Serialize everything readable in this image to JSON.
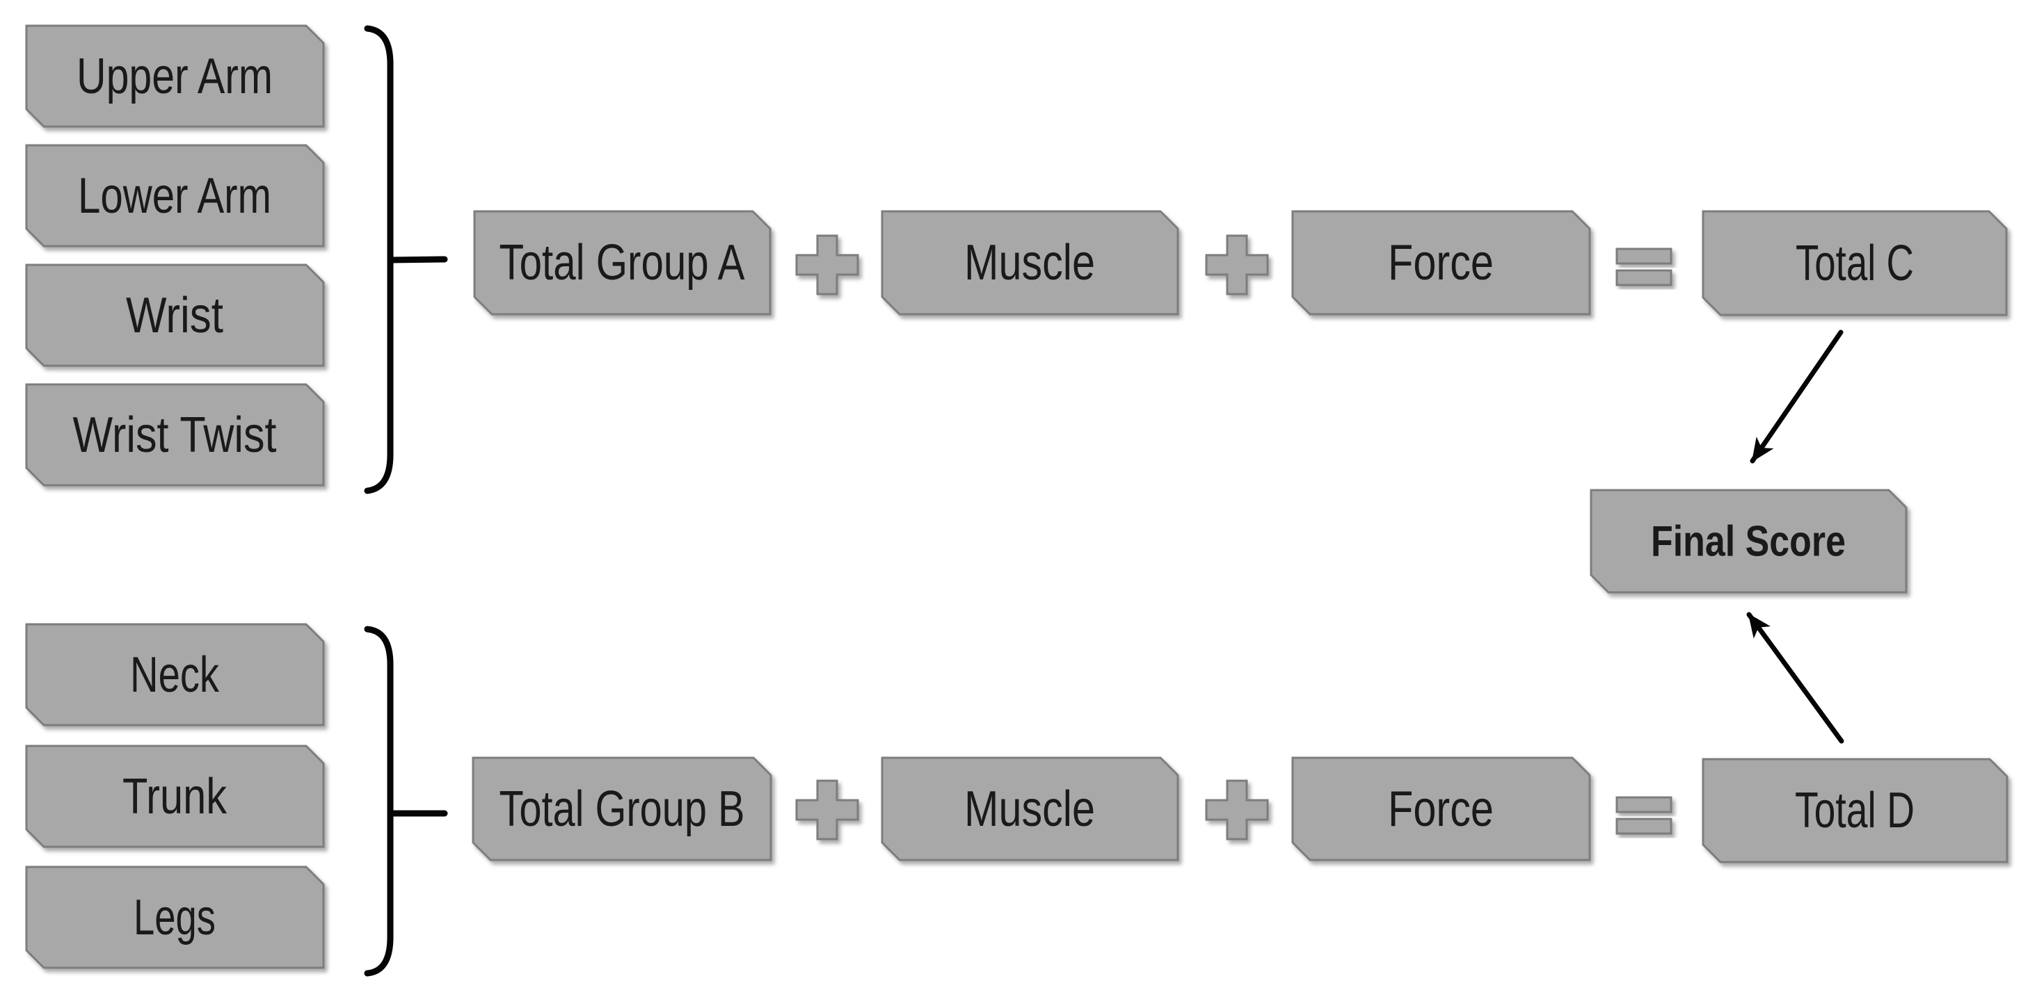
{
  "colors": {
    "background": "#ffffff",
    "box_fill": "#a8a8a8",
    "box_border": "#7d7d7d",
    "label_text": "#1a1a1a",
    "connector": "#050505"
  },
  "group_a": {
    "inputs": [
      "Upper Arm",
      "Lower Arm",
      "Wrist",
      "Wrist Twist"
    ]
  },
  "group_b": {
    "inputs": [
      "Neck",
      "Trunk",
      "Legs"
    ]
  },
  "equation_a": {
    "total": "Total Group A",
    "muscle": "Muscle",
    "force": "Force",
    "result": "Total C"
  },
  "equation_b": {
    "total": "Total Group B",
    "muscle": "Muscle",
    "force": "Force",
    "result": "Total D"
  },
  "final_score_label": "Final Score",
  "operators": {
    "plus": "plus-icon",
    "equals": "equals-icon"
  }
}
